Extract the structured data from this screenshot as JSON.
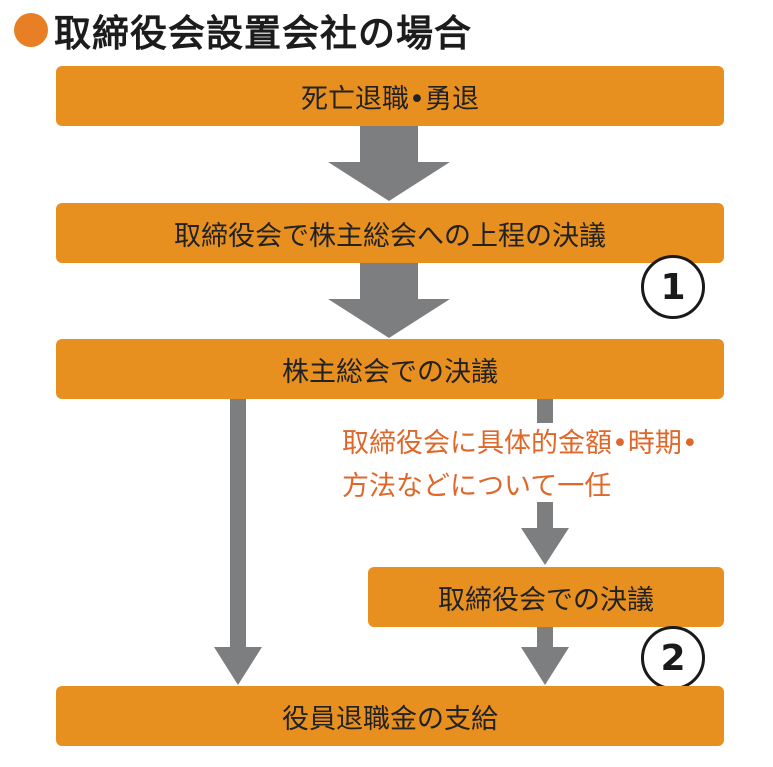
{
  "title": "取締役会設置会社の場合",
  "steps": {
    "step1": "死亡退職•勇退",
    "step2": "取締役会で株主総会への上程の決議",
    "step3": "株主総会での決議",
    "step4": "取締役会での決議",
    "step5": "役員退職金の支給"
  },
  "note": {
    "line1": "取締役会に具体的金額•時期•",
    "line2": "方法などについて一任"
  },
  "markers": {
    "marker1": "1",
    "marker2": "2"
  },
  "colors": {
    "box_fill": "#e8901f",
    "arrow_fill": "#7d7e80",
    "note_text": "#e0672a",
    "title_dot": "#e97f24"
  }
}
